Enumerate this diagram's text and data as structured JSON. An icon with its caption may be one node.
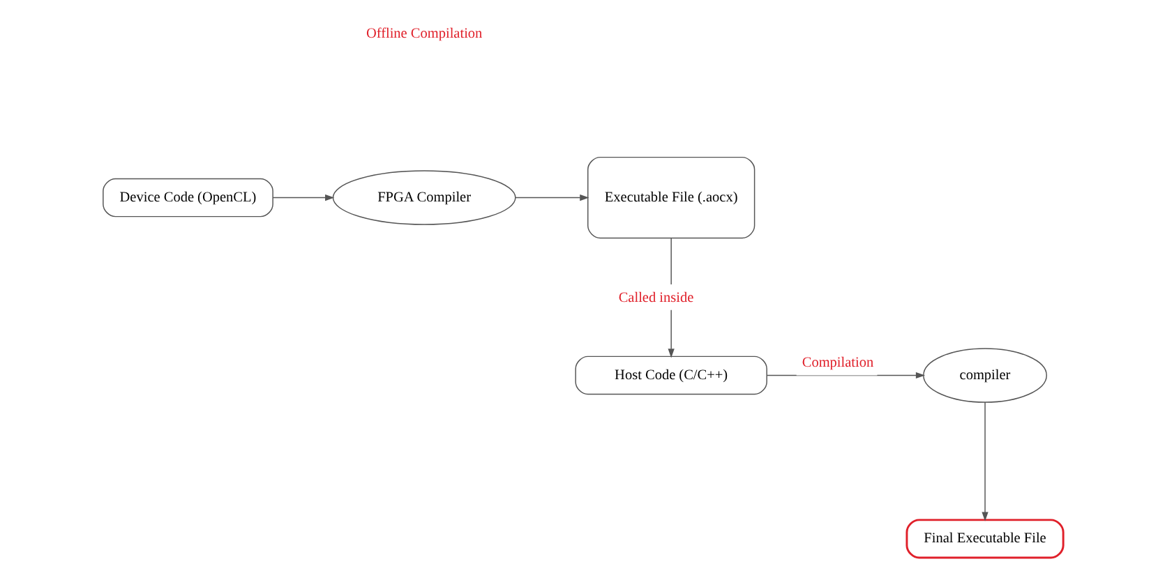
{
  "diagram": {
    "nodes": [
      {
        "text": [
          "Device Code (OpenCL)"
        ]
      },
      {
        "text": [
          "FPGA Compiler"
        ]
      },
      {
        "text": [
          "Executable File (.aocx)"
        ]
      },
      {
        "text": [
          "Host Code (C/C++)"
        ]
      },
      {
        "text": [
          "compiler"
        ]
      },
      {
        "text": [
          "Final Executable File"
        ]
      }
    ],
    "edges": [
      {
        "from": 0,
        "to": 1,
        "arrow": "to"
      },
      {
        "from": 1,
        "to": 2,
        "arrow": "to"
      },
      {
        "from": 2,
        "to": 3,
        "arrow": "to",
        "label": "Called inside"
      },
      {
        "from": 3,
        "to": 4,
        "arrow": "to",
        "label": "Compilation"
      },
      {
        "from": 4,
        "to": 5,
        "arrow": "to"
      }
    ],
    "labels": [
      "Offline Compilation"
    ]
  }
}
